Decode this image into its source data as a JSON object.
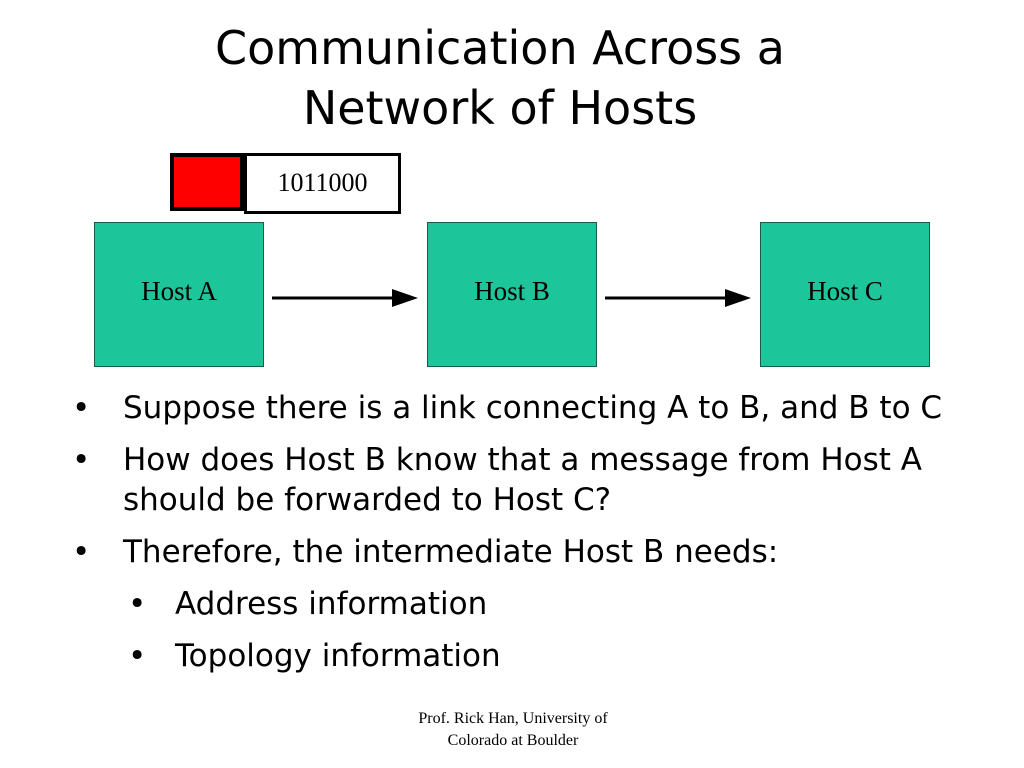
{
  "slide": {
    "title_line1": "Communication Across a",
    "title_line2": "Network of Hosts"
  },
  "packet": {
    "payload_bits": "1011000",
    "header_color": "#ff0000"
  },
  "hosts": [
    {
      "label": "Host A",
      "color": "#1cc59a"
    },
    {
      "label": "Host B",
      "color": "#1cc59a"
    },
    {
      "label": "Host C",
      "color": "#1cc59a"
    }
  ],
  "bullets": [
    {
      "text": "Suppose there is a link connecting A to B, and B to C"
    },
    {
      "text": "How does Host B know that a message from Host A should be forwarded to Host C?"
    },
    {
      "text": "Therefore, the intermediate Host B needs:"
    }
  ],
  "sub_bullets": [
    {
      "text": "Address information"
    },
    {
      "text": "Topology information"
    }
  ],
  "bullet_glyph": "•",
  "footer": {
    "line1": "Prof. Rick Han, University of",
    "line2": "Colorado at Boulder"
  }
}
